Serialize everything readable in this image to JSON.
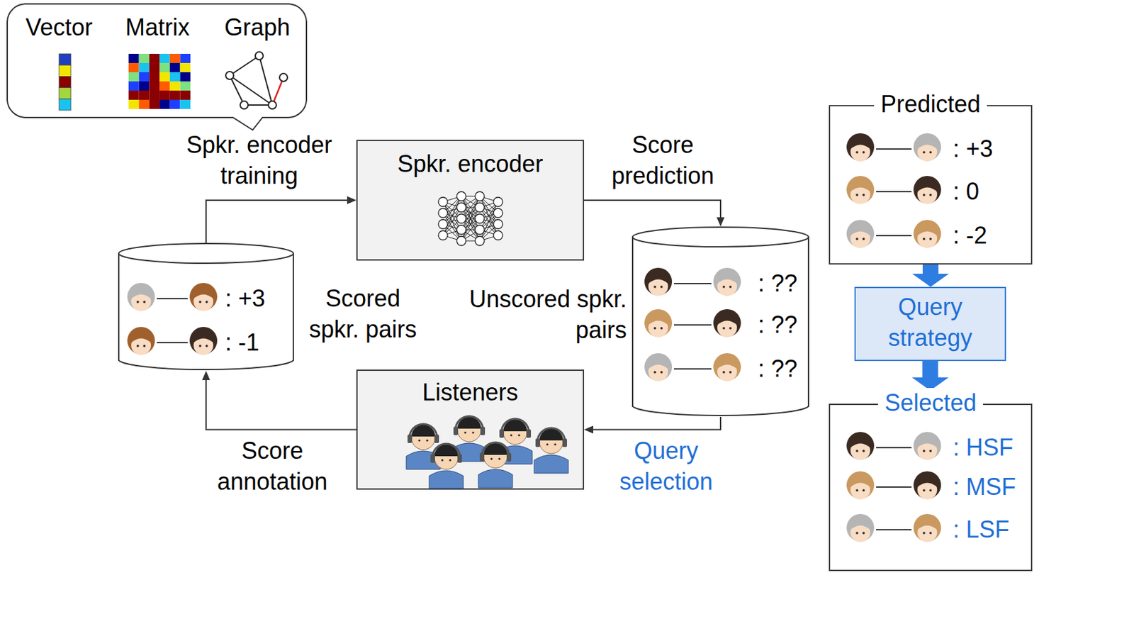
{
  "diagram": {
    "nodes": [
      {
        "text": [
          "Vector",
          "Matrix",
          "Graph"
        ]
      },
      {
        "text": [
          "Spkr. encoder"
        ]
      },
      {
        "text": [
          ": +3",
          ": -1",
          "Scored spkr. pairs"
        ]
      },
      {
        "text": [
          ": ??",
          ": ??",
          ": ??",
          "Unscored spkr. pairs"
        ]
      },
      {
        "text": [
          "Listeners"
        ]
      },
      {
        "text": [
          "Predicted",
          ": +3",
          ": 0",
          ": -2"
        ]
      },
      {
        "text": [
          "Query strategy"
        ]
      },
      {
        "text": [
          "Selected",
          ": HSF",
          ": MSF",
          ": LSF"
        ]
      }
    ],
    "edges": [
      {
        "from": 2,
        "to": 1,
        "arrow": "to",
        "label": "Spkr. encoder training"
      },
      {
        "from": 1,
        "to": 3,
        "arrow": "to",
        "label": "Score prediction"
      },
      {
        "from": 3,
        "to": 4,
        "arrow": "to",
        "label": "Query selection"
      },
      {
        "from": 4,
        "to": 2,
        "arrow": "to",
        "label": "Score annotation"
      },
      {
        "from": 5,
        "to": 6,
        "arrow": "to"
      },
      {
        "from": 6,
        "to": 7,
        "arrow": "to"
      }
    ]
  }
}
